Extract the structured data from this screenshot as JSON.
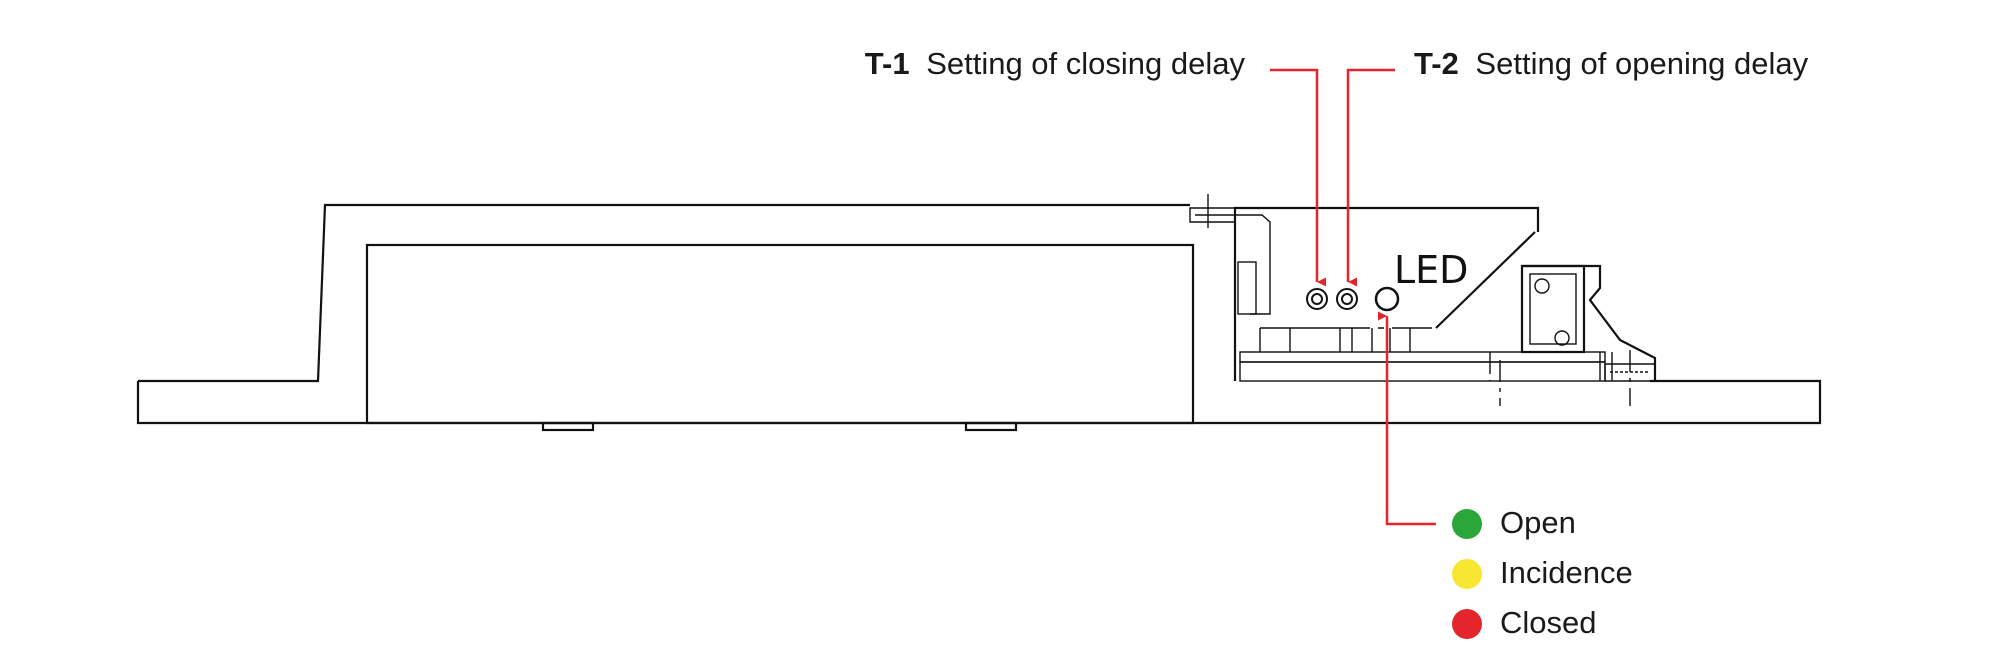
{
  "callouts": {
    "t1": {
      "code": "T-1",
      "text": "Setting of closing delay"
    },
    "t2": {
      "code": "T-2",
      "text": "Setting of opening delay"
    }
  },
  "led_label": "LED",
  "legend": [
    {
      "label": "Open",
      "color": "#2aa63a"
    },
    {
      "label": "Incidence",
      "color": "#f7e733"
    },
    {
      "label": "Closed",
      "color": "#e2262b"
    }
  ],
  "colors": {
    "leader": "#e2262b",
    "outline": "#111111"
  }
}
